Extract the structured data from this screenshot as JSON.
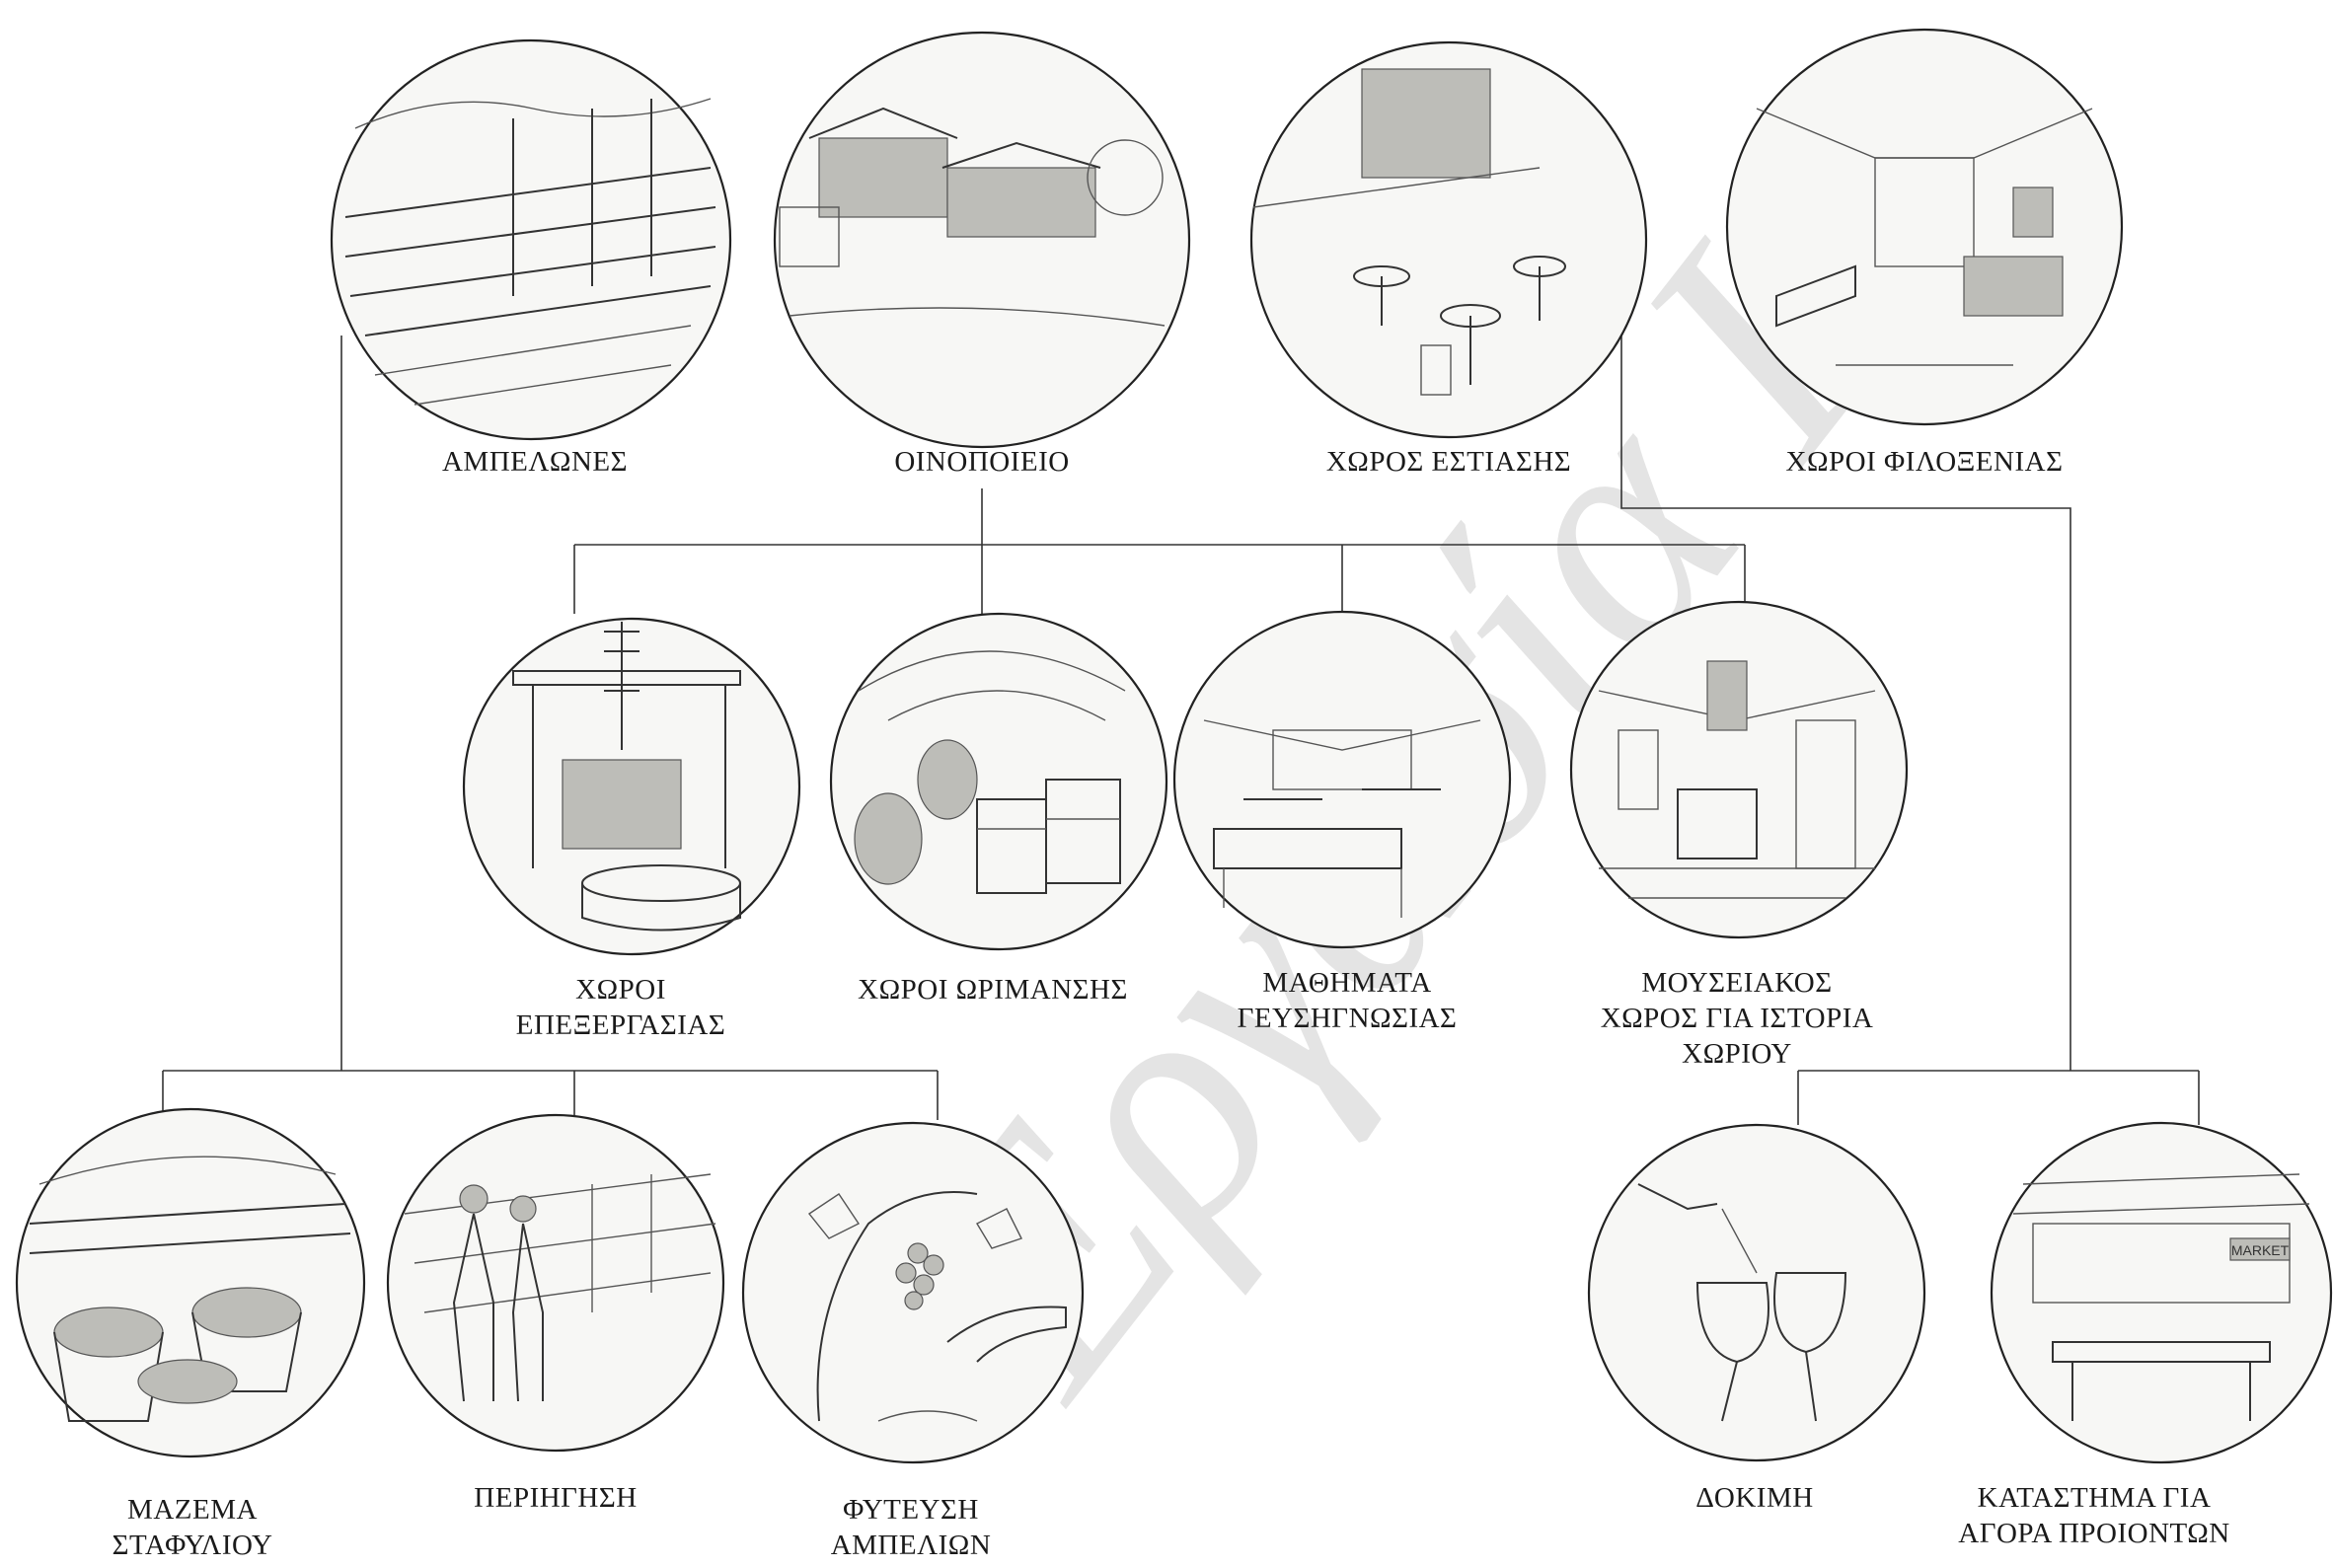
{
  "watermark": "Εργασία Κ.",
  "nodes": {
    "vineyards": {
      "label": [
        "ΑΜΠΕΛΩΝΕΣ"
      ],
      "icon": "vineyard-rows-illustration"
    },
    "winery": {
      "label": [
        "ΟΙΝΟΠΟΙΕΙΟ"
      ],
      "icon": "winery-building-illustration"
    },
    "dining": {
      "label": [
        "ΧΩΡΟΣ ΕΣΤΙΑΣΗΣ"
      ],
      "icon": "dining-tables-illustration"
    },
    "hospitality": {
      "label": [
        "ΧΩΡΟΙ ΦΙΛΟΞΕΝΙΑΣ"
      ],
      "icon": "lounge-room-illustration"
    },
    "processing": {
      "label": [
        "ΧΩΡΟΙ",
        "ΕΠΕΞΕΡΓΑΣΙΑΣ"
      ],
      "icon": "wine-press-illustration"
    },
    "aging": {
      "label": [
        "ΧΩΡΟΙ ΩΡΙΜΑΝΣΗΣ"
      ],
      "icon": "barrel-cellar-illustration"
    },
    "tasting_lessons": {
      "label": [
        "ΜΑΘΗΜΑΤΑ",
        "ΓΕΥΣΗΓΝΩΣΙΑΣ"
      ],
      "icon": "classroom-illustration"
    },
    "museum": {
      "label": [
        "ΜΟΥΣΕΙΑΚΟΣ",
        "ΧΩΡΟΣ ΓΙΑ ΙΣΤΟΡΙΑ",
        "ΧΩΡΙΟΥ"
      ],
      "icon": "museum-interior-illustration"
    },
    "harvest": {
      "label": [
        "ΜΑΖΕΜΑ",
        "ΣΤΑΦΥΛΙΟΥ"
      ],
      "icon": "grape-baskets-illustration"
    },
    "tour": {
      "label": [
        "ΠΕΡΙΗΓΗΣΗ"
      ],
      "icon": "walking-couple-illustration"
    },
    "planting": {
      "label": [
        "ΦΥΤΕΥΣΗ",
        "ΑΜΠΕΛΙΩΝ"
      ],
      "icon": "vine-planting-illustration"
    },
    "tasting": {
      "label": [
        "ΔΟΚΙΜΗ"
      ],
      "icon": "wine-glasses-illustration"
    },
    "shop": {
      "label": [
        "ΚΑΤΑΣΤΗΜΑ ΓΙΑ",
        "ΑΓΟΡΑ ΠΡΟΙΟΝΤΩΝ"
      ],
      "icon": "market-store-illustration",
      "sign_text": "MARKET"
    }
  }
}
